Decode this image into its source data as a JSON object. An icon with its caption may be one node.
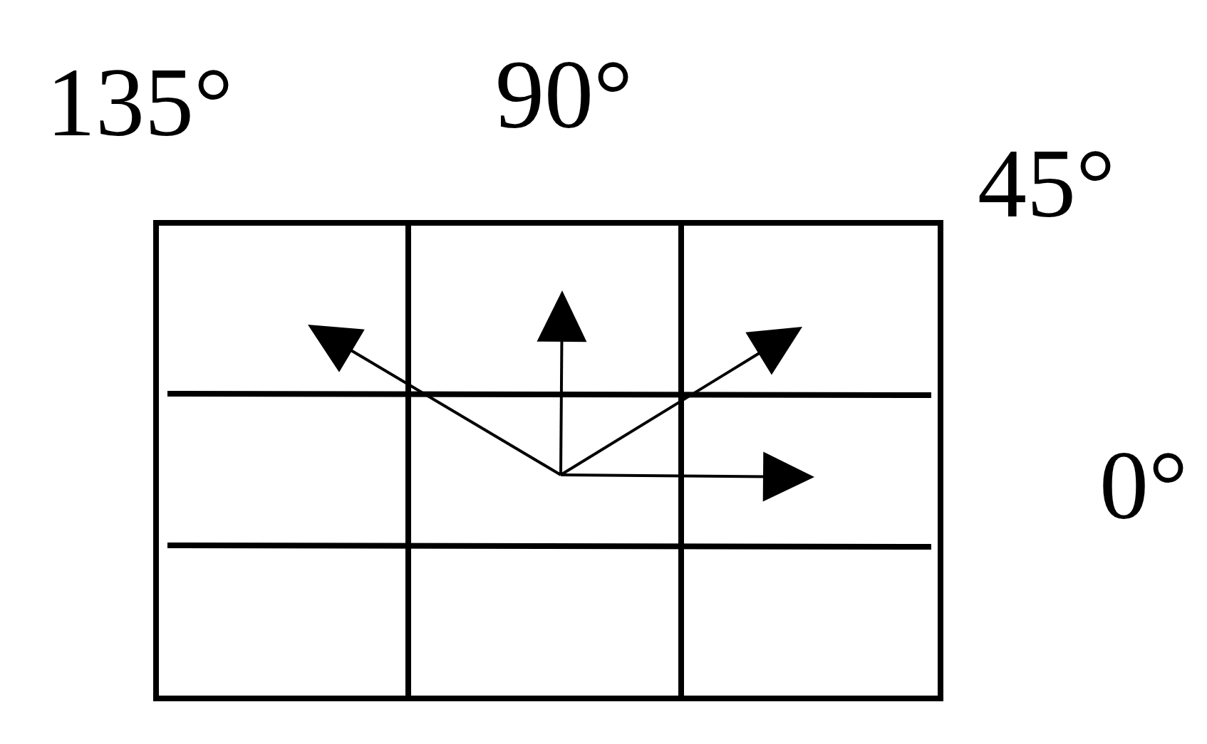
{
  "diagram": {
    "labels": [
      "135°",
      "90°",
      "45°",
      "0°"
    ]
  }
}
